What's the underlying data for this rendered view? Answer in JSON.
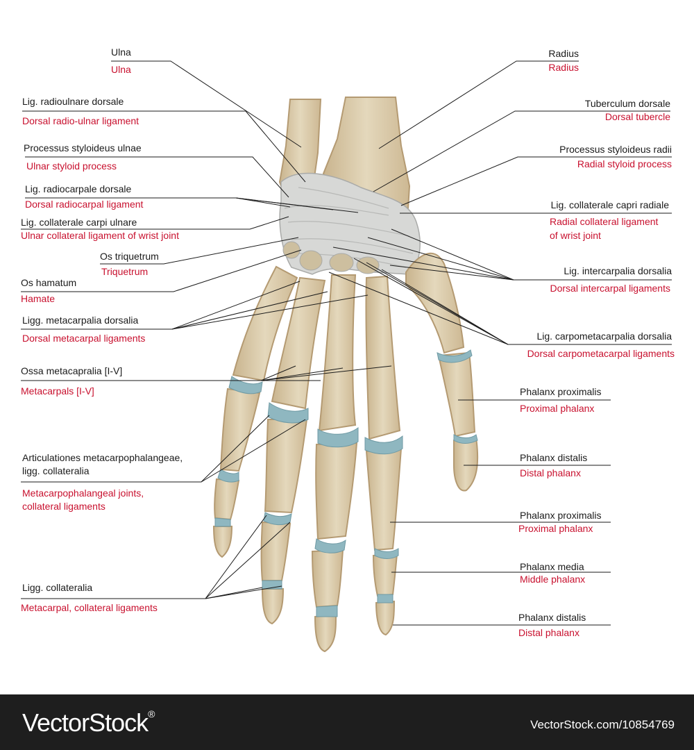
{
  "colors": {
    "latin": "#1a1a1a",
    "english": "#c8102e",
    "bone": "#dfd1b1",
    "bone_outline": "#b49a72",
    "ligament": "#d7d8d6",
    "cartilage": "#8fb7c0",
    "footer": "#1e1e1e"
  },
  "left_labels": [
    {
      "latin": "Ulna",
      "english": "Ulna"
    },
    {
      "latin": "Lig. radioulnare dorsale",
      "english": "Dorsal radio-ulnar ligament"
    },
    {
      "latin": "Processus styloideus ulnae",
      "english": "Ulnar styloid process"
    },
    {
      "latin": "Lig. radiocarpale dorsale",
      "english": "Dorsal radiocarpal ligament"
    },
    {
      "latin": "Lig. collaterale carpi ulnare",
      "english": "Ulnar collateral ligament of wrist joint"
    },
    {
      "latin": "Os triquetrum",
      "english": "Triquetrum"
    },
    {
      "latin": "Os hamatum",
      "english": "Hamate"
    },
    {
      "latin": "Ligg. metacarpalia dorsalia",
      "english": "Dorsal metacarpal ligaments"
    },
    {
      "latin": "Ossa metacapralia [I-V]",
      "english": "Metacarpals [I-V]"
    },
    {
      "latin": "Articulationes metacarpophalangeae,",
      "latin2": "ligg. collateralia",
      "english": "Metacarpophalangeal joints,",
      "english2": "collateral ligaments"
    },
    {
      "latin": "Ligg. collateralia",
      "english": "Metacarpal, collateral ligaments"
    }
  ],
  "right_labels": [
    {
      "latin": "Radius",
      "english": "Radius"
    },
    {
      "latin": "Tuberculum dorsale",
      "english": "Dorsal tubercle"
    },
    {
      "latin": "Processus styloideus radii",
      "english": "Radial styloid process"
    },
    {
      "latin": "Lig. collaterale capri radiale",
      "english": "Radial collateral ligament",
      "english2": "of wrist joint"
    },
    {
      "latin": "Lig. intercarpalia dorsalia",
      "english": "Dorsal intercarpal ligaments"
    },
    {
      "latin": "Lig. carpometacarpalia dorsalia",
      "english": "Dorsal carpometacarpal ligaments"
    },
    {
      "latin": "Phalanx proximalis",
      "english": "Proximal phalanx"
    },
    {
      "latin": "Phalanx distalis",
      "english": "Distal phalanx"
    },
    {
      "latin": "Phalanx proximalis",
      "english": "Proximal phalanx"
    },
    {
      "latin": "Phalanx media",
      "english": "Middle phalanx"
    },
    {
      "latin": "Phalanx distalis",
      "english": "Distal phalanx"
    }
  ],
  "watermark": {
    "brand": "VectorStock",
    "reg": "®",
    "site": "VectorStock.com/10854769"
  }
}
